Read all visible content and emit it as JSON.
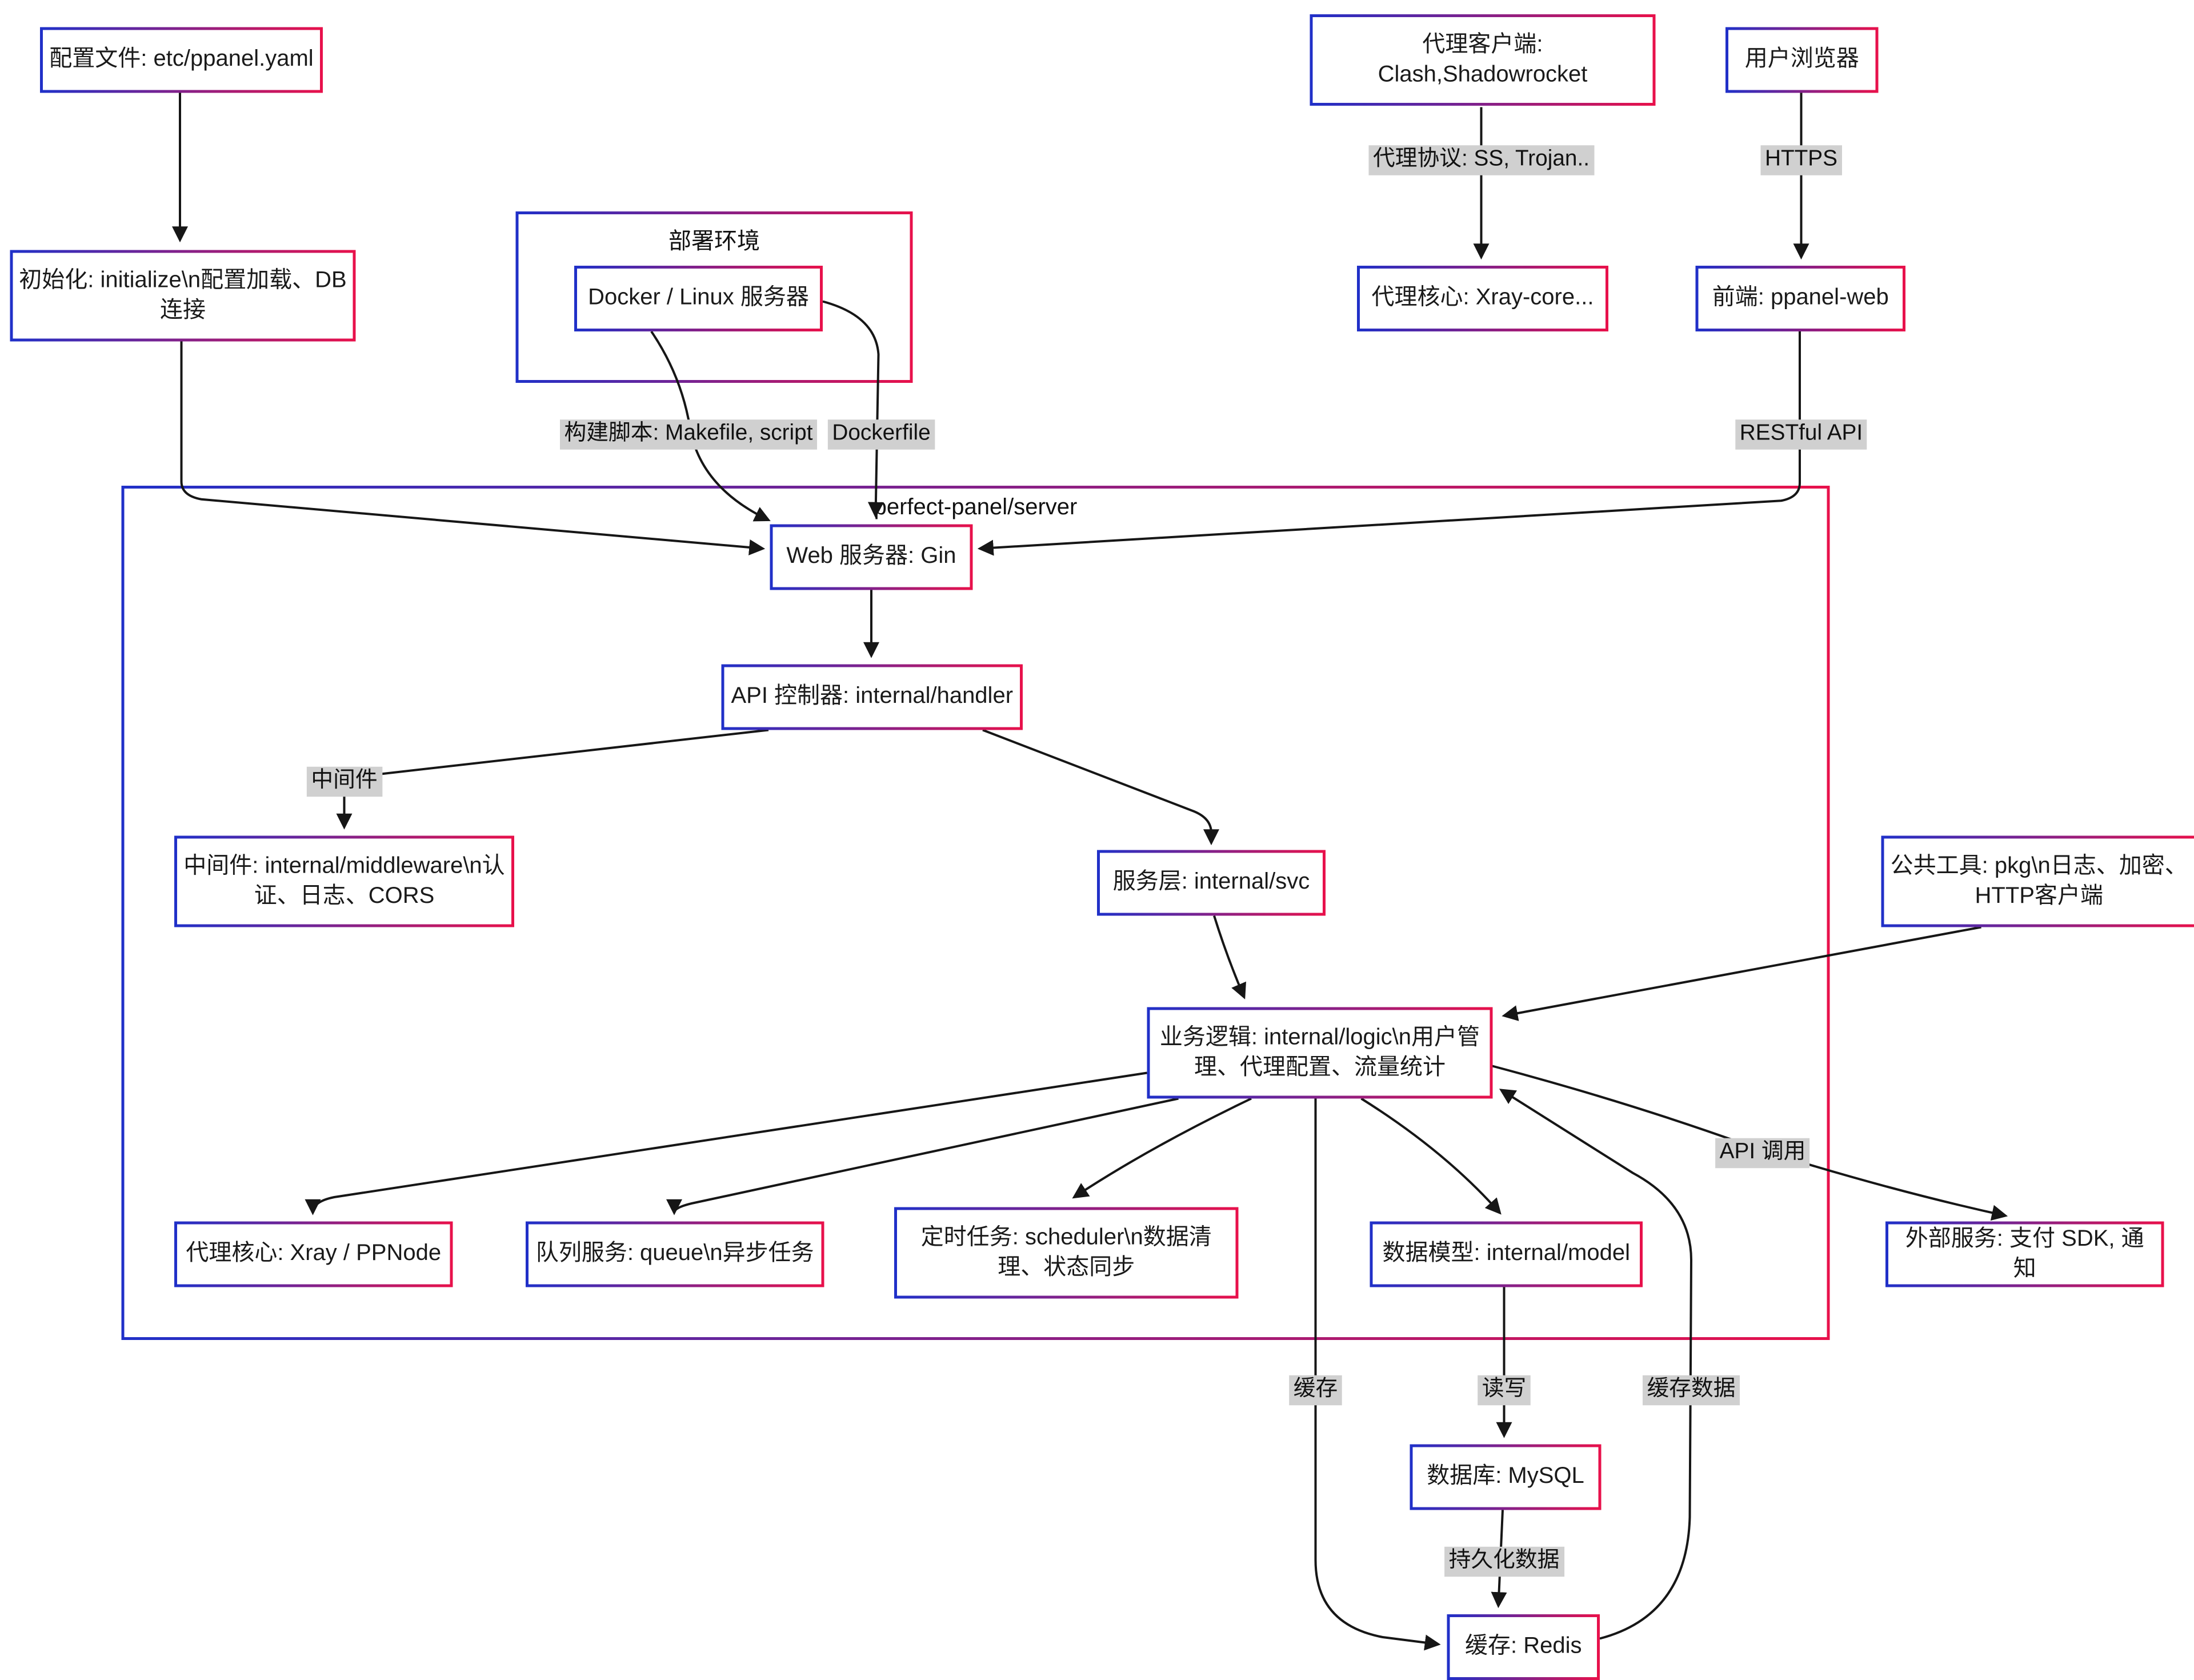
{
  "colors": {
    "border_blue": "#2030c8",
    "border_red": "#e8114b",
    "label_bg": "#d0d0d0",
    "line": "#161616"
  },
  "diagram": {
    "groups": {
      "deploy": {
        "title": "部署环境"
      },
      "server": {
        "title": "perfect-panel/server"
      }
    },
    "nodes": {
      "cfg": {
        "label": "配置文件: etc/ppanel.yaml"
      },
      "init": {
        "label": "初始化: initialize\\n配置加载、DB连接"
      },
      "docker": {
        "label": "Docker / Linux 服务器"
      },
      "client": {
        "label": "代理客户端: Clash,Shadowrocket"
      },
      "xray_core": {
        "label": "代理核心: Xray-core..."
      },
      "browser": {
        "label": "用户浏览器"
      },
      "frontend": {
        "label": "前端: ppanel-web"
      },
      "gin": {
        "label": "Web 服务器: Gin"
      },
      "handler": {
        "label": "API 控制器: internal/handler"
      },
      "middleware": {
        "label": "中间件: internal/middleware\\n认证、日志、CORS"
      },
      "svc": {
        "label": "服务层: internal/svc"
      },
      "logic": {
        "label": "业务逻辑: internal/logic\\n用户管理、代理配置、流量统计"
      },
      "pkg": {
        "label": "公共工具: pkg\\n日志、加密、HTTP客户端"
      },
      "proxy_core": {
        "label": "代理核心: Xray / PPNode"
      },
      "queue": {
        "label": "队列服务: queue\\n异步任务"
      },
      "scheduler": {
        "label": "定时任务: scheduler\\n数据清理、状态同步"
      },
      "model": {
        "label": "数据模型: internal/model"
      },
      "external": {
        "label": "外部服务: 支付 SDK, 通知"
      },
      "mysql": {
        "label": "数据库: MySQL"
      },
      "redis": {
        "label": "缓存: Redis"
      }
    },
    "edge_labels": {
      "proxy_protocol": "代理协议: SS, Trojan..",
      "https": "HTTPS",
      "build_script": "构建脚本: Makefile, script",
      "dockerfile": "Dockerfile",
      "restful": "RESTful API",
      "middleware_lbl": "中间件",
      "api_call": "API 调用",
      "cache": "缓存",
      "read_write": "读写",
      "cache_data": "缓存数据",
      "persist": "持久化数据"
    }
  }
}
